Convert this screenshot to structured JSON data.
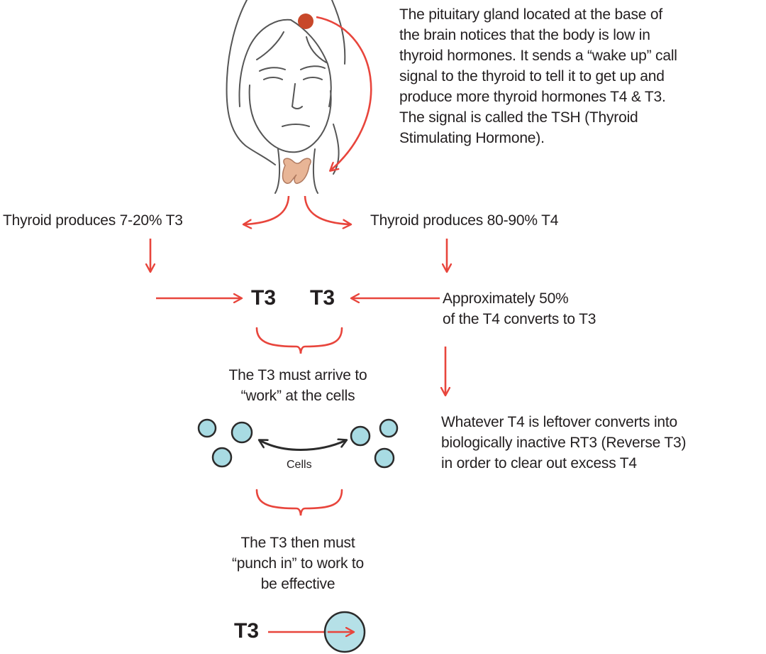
{
  "colors": {
    "arrow": "#e8453c",
    "pituitary": "#c8482a",
    "thyroid": "#e8b596",
    "cell_fill": "#a8dbe3",
    "outline": "#2b2b2b",
    "text": "#231f20"
  },
  "icons": {
    "head": "woman-head-icon",
    "pituitary": "pituitary-dot-icon",
    "thyroid": "thyroid-gland-icon",
    "cells": "cell-circles-icon",
    "receptor": "receptor-circle-icon"
  },
  "pituitary_text": [
    "The pituitary gland located at the base of",
    "the brain notices that the body is low in",
    "thyroid hormones. It sends a “wake up” call",
    "signal to the thyroid to tell it to get up and",
    "produce more thyroid hormones T4 & T3.",
    "The signal is called the TSH (Thyroid",
    "Stimulating Hormone)."
  ],
  "left_branch": "Thyroid produces 7-20% T3",
  "right_branch": "Thyroid produces 80-90% T4",
  "t3_left": "T3",
  "t3_right": "T3",
  "conversion_text": [
    "Approximately 50%",
    "of the T4 converts to T3"
  ],
  "arrive_text": [
    "The T3 must arrive to",
    "“work” at the cells"
  ],
  "cells_label": "Cells",
  "rt3_text": [
    "Whatever T4 is leftover converts into",
    "biologically inactive RT3 (Reverse T3)",
    "in order to clear out excess T4"
  ],
  "punch_text": [
    "The T3 then must",
    "“punch in” to work to",
    "be effective"
  ],
  "t3_bottom": "T3"
}
